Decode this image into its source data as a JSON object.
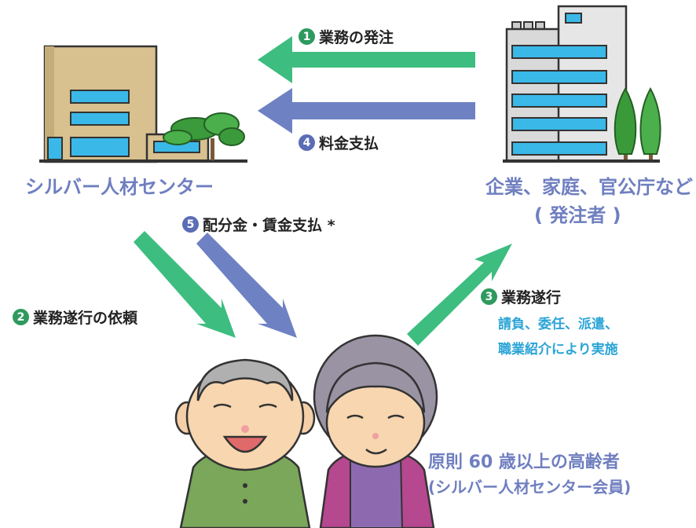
{
  "colors": {
    "green_arrow": "#3dbd80",
    "blue_arrow": "#6e81c3",
    "title_blue": "#6f7fc0",
    "sub_cyan": "#2aa4d6",
    "num_green": "#2f9a5e",
    "num_blue": "#5a6db5"
  },
  "center": {
    "name": "シルバー人材センター"
  },
  "client": {
    "name": "企業、家庭、官公庁など",
    "sub": "( 発注者 )"
  },
  "steps": [
    {
      "num": "1",
      "label": "業務の発注"
    },
    {
      "num": "2",
      "label": "業務遂行の依頼"
    },
    {
      "num": "3",
      "label": "業務遂行"
    },
    {
      "num": "4",
      "label": "料金支払"
    },
    {
      "num": "5",
      "label": "配分金・賃金支払 *"
    }
  ],
  "step3_detail": [
    "請負、委任、派遣、",
    "職業紹介により実施"
  ],
  "members": {
    "line1": "原則 60 歳以上の高齢者",
    "line2": "(シルバー人材センター会員)"
  },
  "icons": [
    "center-building-icon",
    "office-building-icon",
    "tree-icon",
    "elderly-man-icon",
    "elderly-woman-icon"
  ]
}
